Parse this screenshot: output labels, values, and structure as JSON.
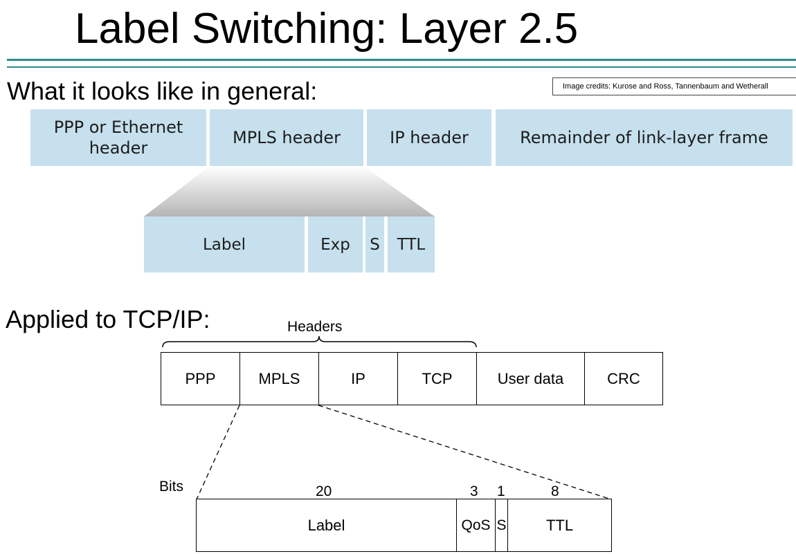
{
  "slide": {
    "title": "Label Switching: Layer 2.5",
    "credits": "Image credits: Kurose and Ross, Tannenbaum and Wetherall"
  },
  "general": {
    "heading": "What it looks like in general:",
    "frame": [
      "PPP or Ethernet header",
      "MPLS header",
      "IP header",
      "Remainder of link-layer frame"
    ],
    "mpls_fields": [
      "Label",
      "Exp",
      "S",
      "TTL"
    ]
  },
  "tcpip": {
    "heading": "Applied to TCP/IP:",
    "headers_label": "Headers",
    "frame": [
      "PPP",
      "MPLS",
      "IP",
      "TCP",
      "User data",
      "CRC"
    ],
    "bits_label": "Bits",
    "bit_counts": [
      "20",
      "3",
      "1",
      "8"
    ],
    "mpls_fields": [
      "Label",
      "QoS",
      "S",
      "TTL"
    ]
  }
}
